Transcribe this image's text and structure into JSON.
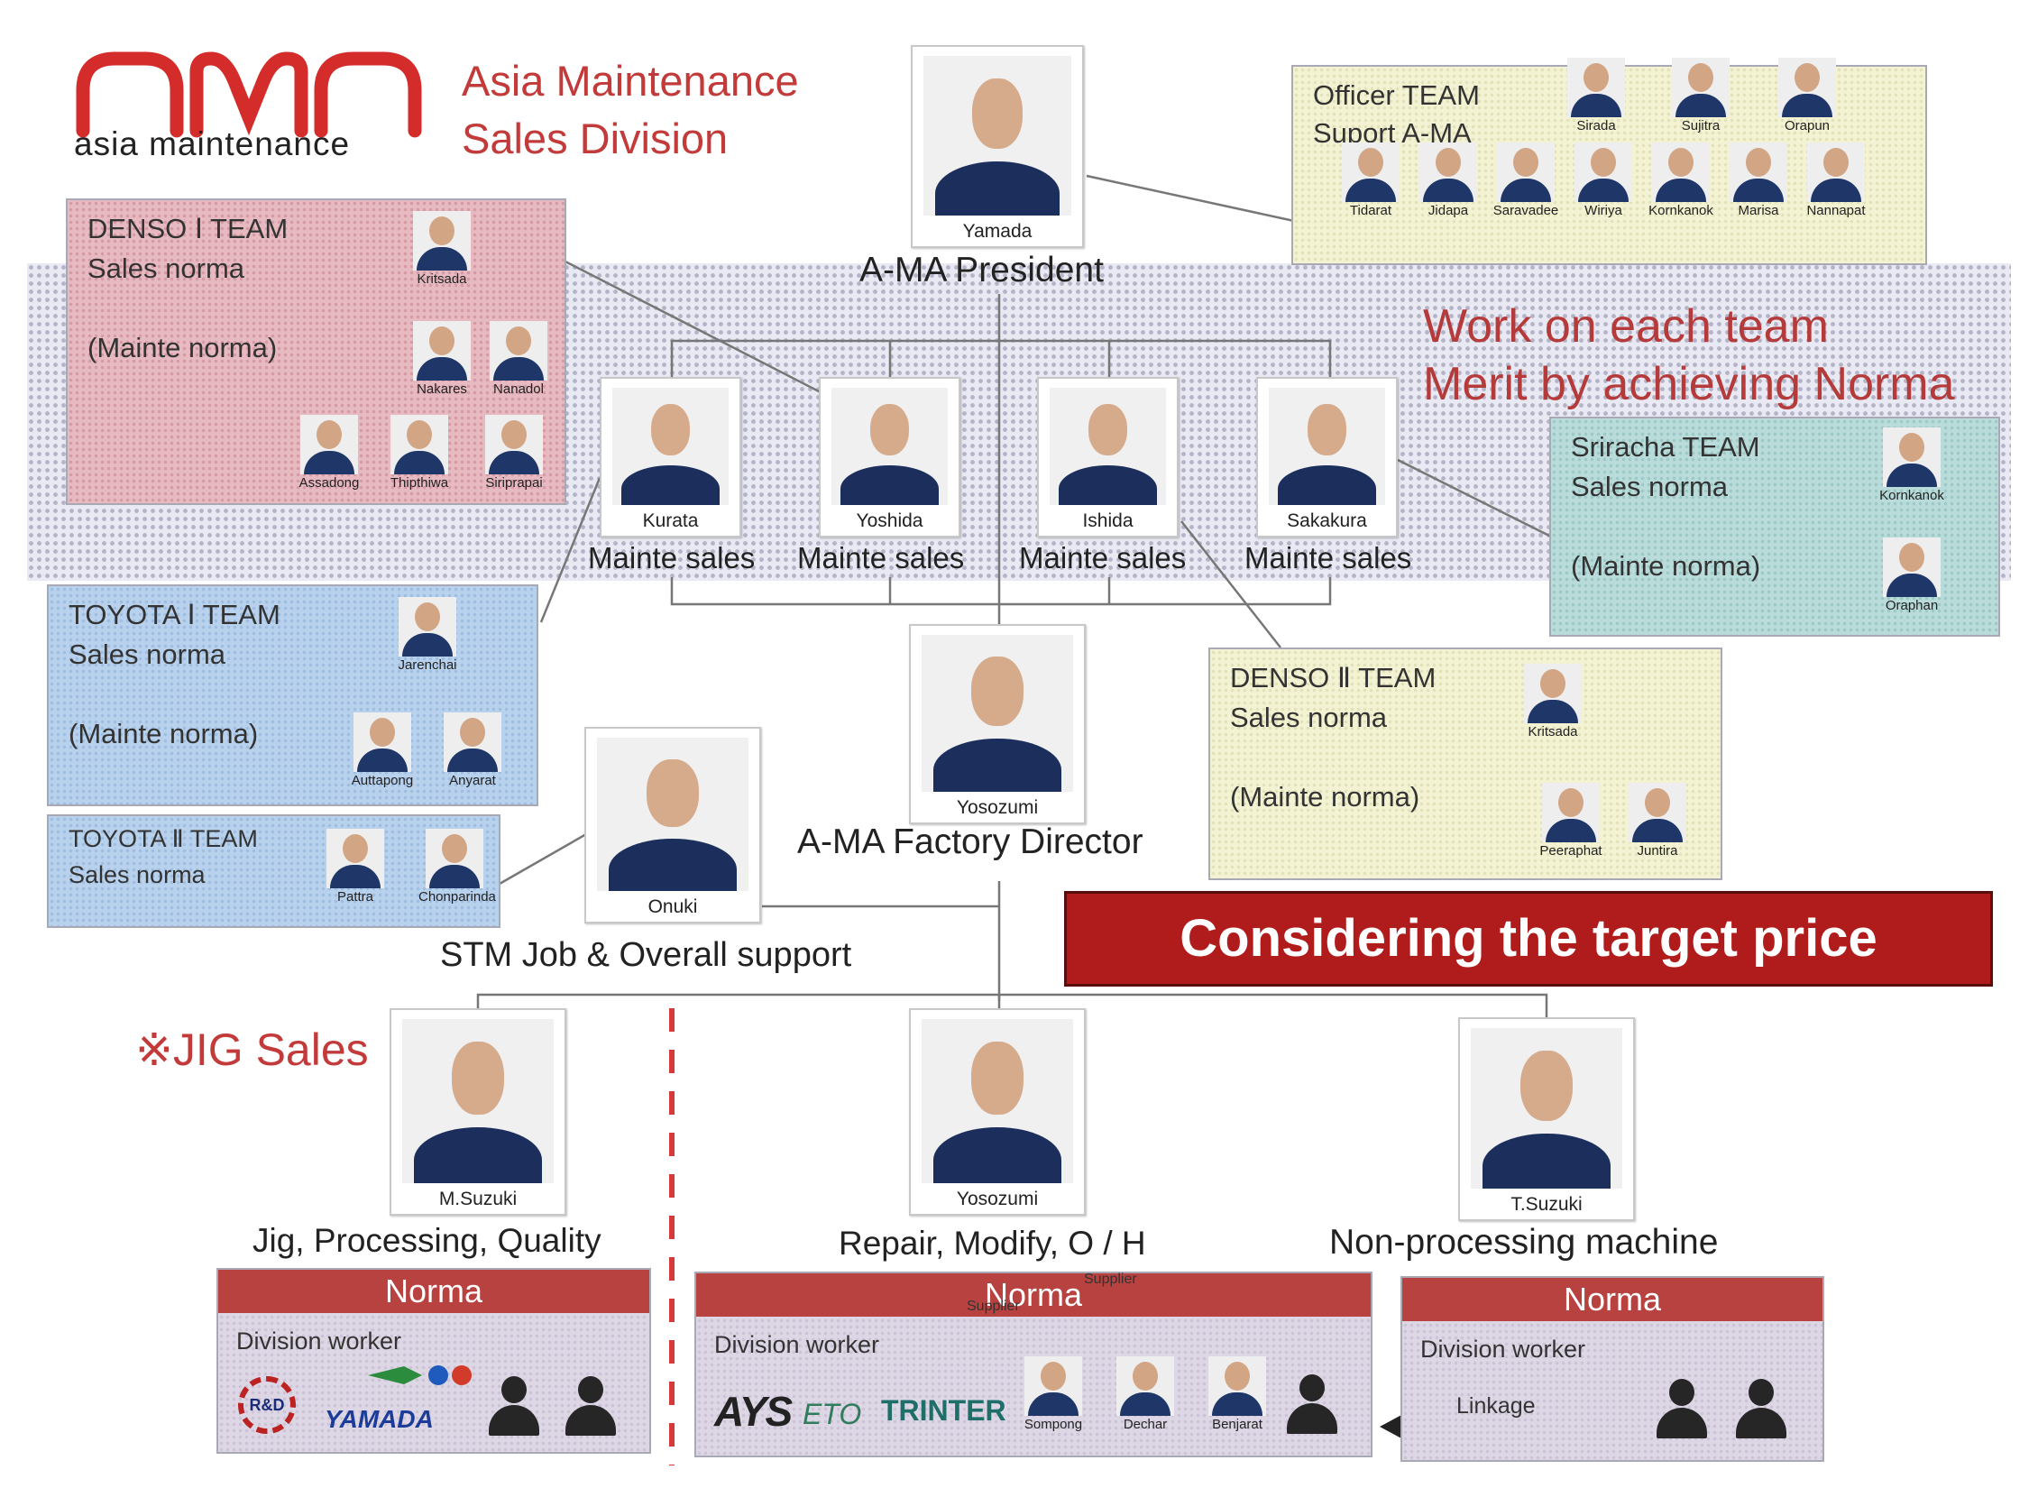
{
  "brand": {
    "logo_text": "AMA",
    "logo_subtext": "asia maintenance",
    "title_line1": "Asia Maintenance",
    "title_line2": "Sales Division",
    "accent_color": "#d42b2b"
  },
  "president": {
    "name": "Yamada",
    "role": "A-MA President"
  },
  "officer_team": {
    "title": "Officer TEAM",
    "subtitle": "Suport A-MA",
    "top_members": [
      "Sirada",
      "Sujitra",
      "Orapun"
    ],
    "bottom_members": [
      "Tidarat",
      "Jidapa",
      "Saravadee",
      "Wiriya",
      "Kornkanok",
      "Marisa",
      "Nannapat"
    ]
  },
  "merit_text": {
    "line1": "Work on each team",
    "line2": "Merit by achieving Norma"
  },
  "managers": [
    {
      "name": "Kurata",
      "role": "Mainte sales"
    },
    {
      "name": "Yoshida",
      "role": "Mainte sales"
    },
    {
      "name": "Ishida",
      "role": "Mainte sales"
    },
    {
      "name": "Sakakura",
      "role": "Mainte sales"
    }
  ],
  "denso1": {
    "title": "DENSO Ⅰ TEAM",
    "sales": "Sales norma",
    "mainte": "(Mainte norma)",
    "leader": "Kritsada",
    "row1": [
      "Nakares",
      "Nanadol"
    ],
    "row2": [
      "Assadong",
      "Thipthiwa",
      "Siriprapai"
    ]
  },
  "toyota1": {
    "title": "TOYOTA Ⅰ TEAM",
    "sales": "Sales norma",
    "mainte": "(Mainte norma)",
    "leader": "Jarenchai",
    "members": [
      "Auttapong",
      "Anyarat"
    ]
  },
  "toyota2": {
    "title": "TOYOTA Ⅱ TEAM",
    "sales": "Sales norma",
    "members": [
      "Pattra",
      "Chonparinda"
    ]
  },
  "sriracha": {
    "title": "Sriracha TEAM",
    "sales": "Sales norma",
    "mainte": "(Mainte norma)",
    "members": [
      "Kornkanok",
      "Oraphan"
    ]
  },
  "denso2": {
    "title": "DENSO Ⅱ TEAM",
    "sales": "Sales norma",
    "mainte": "(Mainte norma)",
    "leader": "Kritsada",
    "members": [
      "Peeraphat",
      "Juntira"
    ]
  },
  "factory_director": {
    "name": "Yosozumi",
    "role": "A-MA Factory Director"
  },
  "support": {
    "name": "Onuki",
    "role": "STM Job & Overall support"
  },
  "target_banner": {
    "text": "Considering the target price",
    "color": "#b01c1c"
  },
  "jig_sales": "※JIG Sales",
  "divisions": [
    {
      "name": "M.Suzuki",
      "label": "Jig, Processing, Quality",
      "norma": "Norma",
      "worker_label": "Division worker",
      "logos": [
        "R&D",
        "YAMADA"
      ]
    },
    {
      "name": "Yosozumi",
      "label": "Repair, Modify, O / H",
      "norma": "Norma",
      "worker_label": "Division worker",
      "logos": [
        "AYS",
        "ETO",
        "TRINTER"
      ],
      "supplier_labels": [
        "Supplier",
        "Supplier"
      ],
      "workers": [
        "Sompong",
        "Dechar",
        "Benjarat"
      ]
    },
    {
      "name": "T.Suzuki",
      "label": "Non-processing machine",
      "norma": "Norma",
      "worker_label": "Division worker",
      "linkage": "Linkage"
    }
  ]
}
